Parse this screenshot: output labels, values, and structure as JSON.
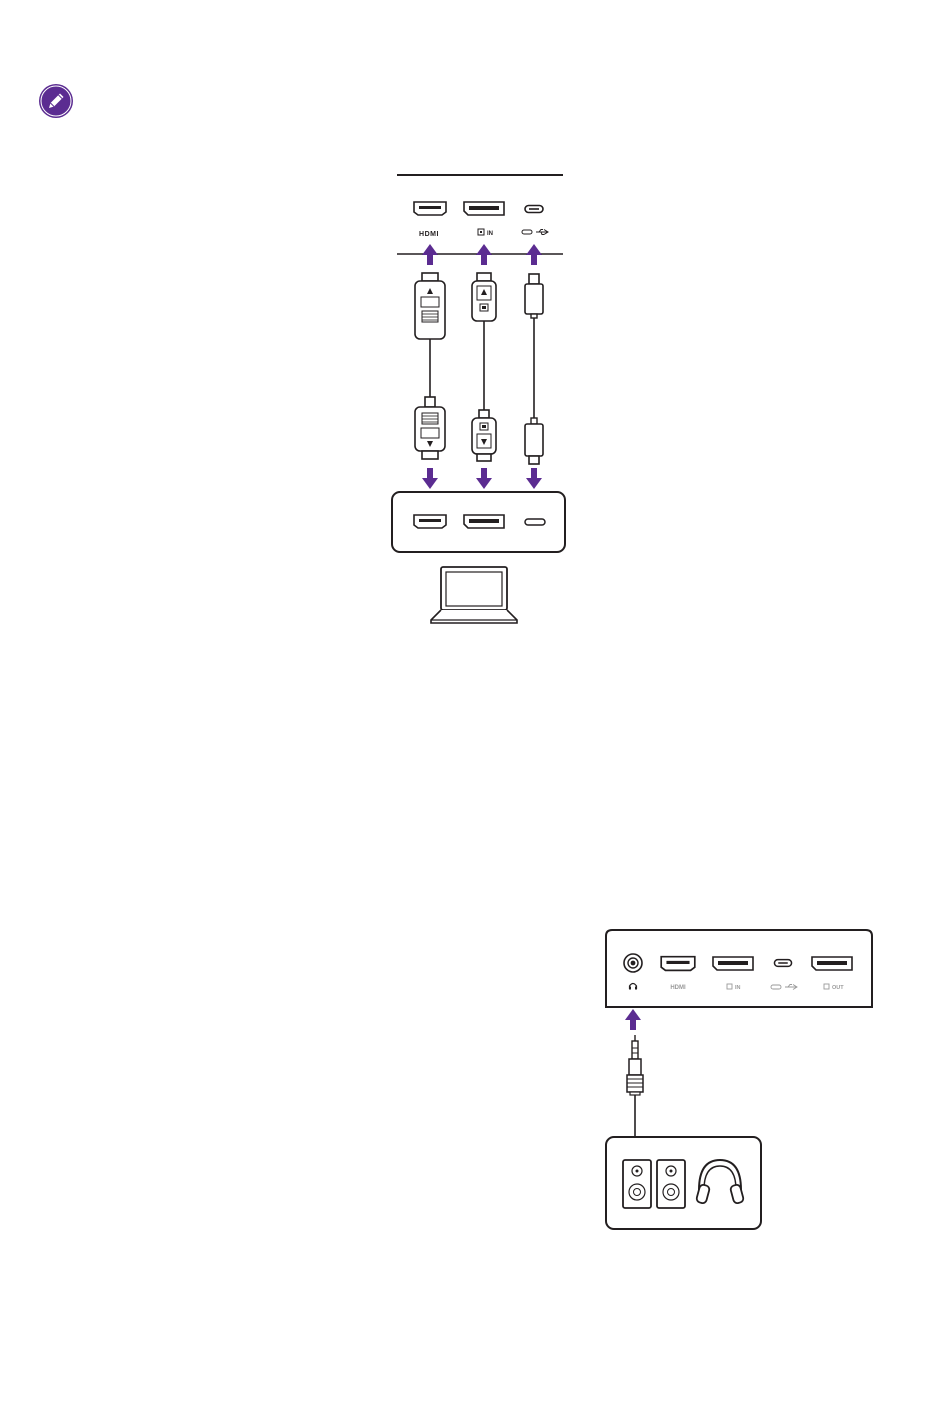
{
  "note": {
    "icon": "pencil-note-icon"
  },
  "colors": {
    "accent": "#5b2c91",
    "line": "#231f20"
  },
  "diagram1": {
    "port_labels": {
      "hdmi": "HDMI",
      "dp_in": "IN"
    },
    "computer_icon": "laptop-icon"
  },
  "diagram2": {
    "port_labels": {
      "hdmi": "HDMI",
      "dp_in": "IN",
      "dp_out": "OUT"
    },
    "devices": [
      "speaker-icon",
      "speaker-icon",
      "headphones-icon"
    ]
  }
}
